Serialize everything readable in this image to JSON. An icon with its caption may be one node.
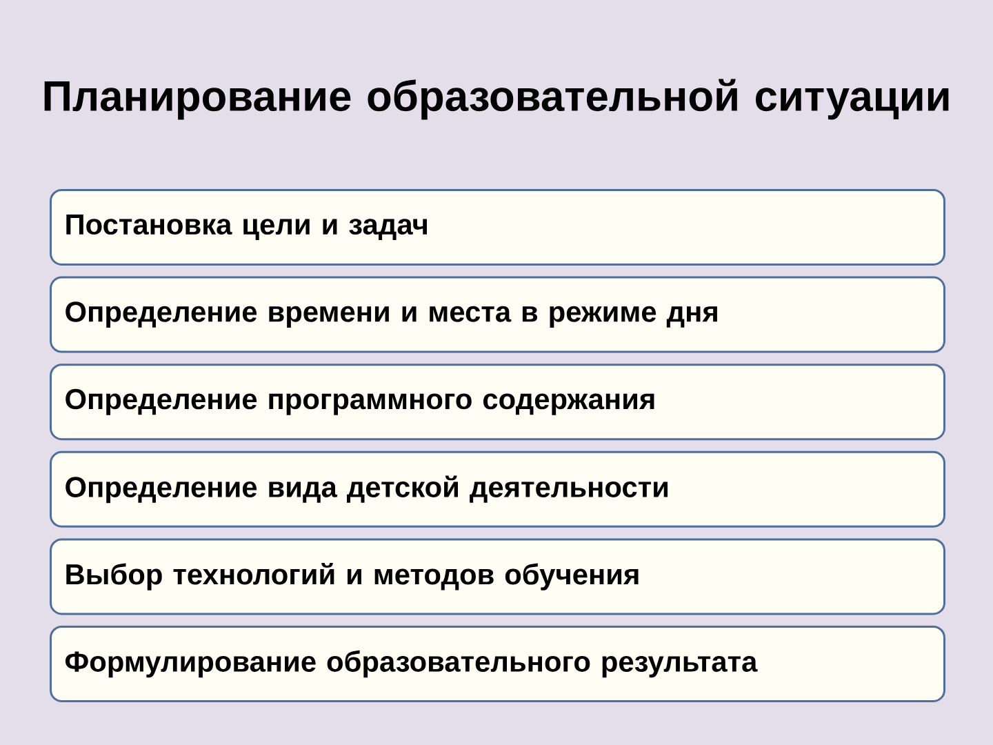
{
  "diagram": {
    "title": "Планирование образовательной ситуации",
    "nodes": [
      {
        "text": [
          "Постановка цели и задач"
        ]
      },
      {
        "text": [
          "Определение времени и места в режиме дня"
        ]
      },
      {
        "text": [
          "Определение программного содержания"
        ]
      },
      {
        "text": [
          "Определение вида детской деятельности"
        ]
      },
      {
        "text": [
          "Выбор технологий и методов обучения"
        ]
      },
      {
        "text": [
          "Формулирование образовательного результата"
        ]
      }
    ]
  }
}
